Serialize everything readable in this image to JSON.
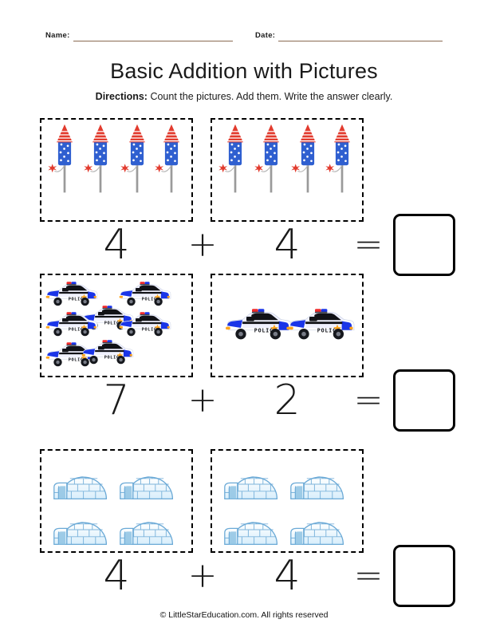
{
  "header": {
    "name_label": "Name:",
    "date_label": "Date:"
  },
  "title": "Basic Addition with Pictures",
  "directions": {
    "label": "Directions:",
    "text": "Count the pictures. Add them. Write the answer clearly."
  },
  "operators": {
    "plus": "+",
    "equals": "="
  },
  "problems": [
    {
      "id": "problem-1",
      "picture": "firework-rocket",
      "left_count": 4,
      "right_count": 4,
      "left_text": "4",
      "right_text": "4",
      "answer_text": ""
    },
    {
      "id": "problem-2",
      "picture": "police-car",
      "left_count": 7,
      "right_count": 2,
      "left_text": "7",
      "right_text": "2",
      "answer_text": ""
    },
    {
      "id": "problem-3",
      "picture": "igloo",
      "left_count": 4,
      "right_count": 4,
      "left_text": "4",
      "right_text": "4",
      "answer_text": ""
    }
  ],
  "footer": "© LittleStarEducation.com. All rights reserved",
  "colors": {
    "rule_line": "#8a6a52",
    "rocket_red": "#e23b2e",
    "rocket_blue": "#2f5fd0",
    "rocket_stick": "#9a9a9a",
    "car_blue": "#1a35e8",
    "car_white": "#fdfdff",
    "car_light_red": "#ef2a2a",
    "car_badge": "#ffa41c",
    "igloo_ice": "#d8eefb",
    "igloo_line": "#6aa9d6",
    "ink": "#000000"
  }
}
